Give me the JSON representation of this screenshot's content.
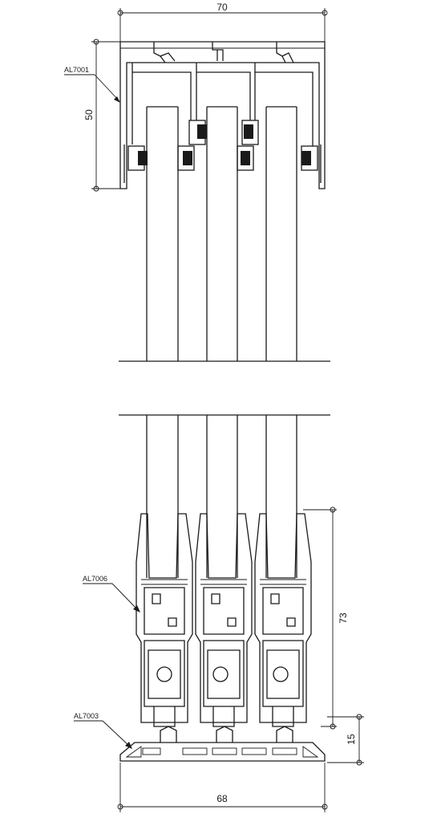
{
  "dimensions": {
    "top_width": "70",
    "top_height": "50",
    "bottom_width": "68",
    "bottom_height": "73",
    "track_height": "15"
  },
  "labels": {
    "head_profile": "AL7001",
    "sash_profile": "AL7006",
    "track_profile": "AL7003"
  }
}
